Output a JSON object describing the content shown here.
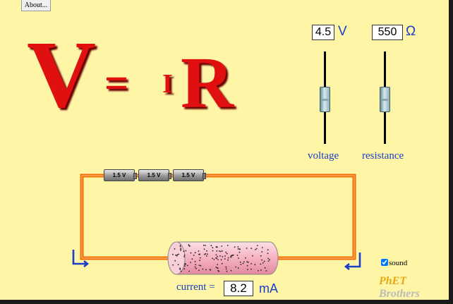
{
  "about": {
    "label": "About..."
  },
  "equation": {
    "V": "V",
    "equals": "=",
    "I": "I",
    "R": "R"
  },
  "voltage": {
    "value": "4.5",
    "unit": "V",
    "label": "voltage"
  },
  "resistance": {
    "value": "550",
    "unit": "Ω",
    "label": "resistance"
  },
  "batteries": [
    "1.5 V",
    "1.5 V",
    "1.5 V"
  ],
  "current": {
    "label": "current =",
    "value": "8.2",
    "unit": "mA"
  },
  "sound": {
    "label": "sound",
    "checked": true
  },
  "logo": {
    "line1": "PhET",
    "line2": "Brothers"
  },
  "colors": {
    "background": "#fff5a6",
    "equation_red": "#e01010",
    "wire": "#f07000",
    "text_blue": "#1a3ec8"
  }
}
